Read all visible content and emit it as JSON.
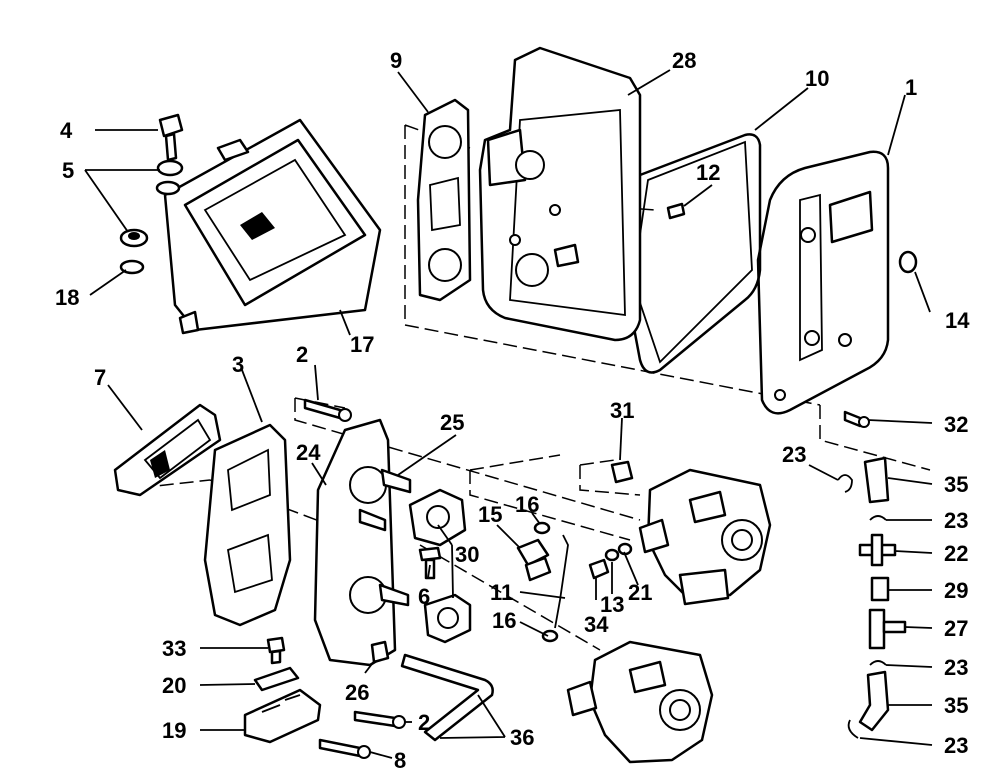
{
  "callouts": {
    "c1": "1",
    "c2a": "2",
    "c2b": "2",
    "c3": "3",
    "c4": "4",
    "c5": "5",
    "c6": "6",
    "c7": "7",
    "c8": "8",
    "c9": "9",
    "c10": "10",
    "c11": "11",
    "c12": "12",
    "c13": "13",
    "c14": "14",
    "c15": "15",
    "c16a": "16",
    "c16b": "16",
    "c17": "17",
    "c18": "18",
    "c19": "19",
    "c20": "20",
    "c21": "21",
    "c22": "22",
    "c23a": "23",
    "c23b": "23",
    "c23c": "23",
    "c23d": "23",
    "c24": "24",
    "c25": "25",
    "c26": "26",
    "c27": "27",
    "c28": "28",
    "c29": "29",
    "c30": "30",
    "c31": "31",
    "c32": "32",
    "c33": "33",
    "c34": "34",
    "c35a": "35",
    "c35b": "35",
    "c36": "36"
  }
}
